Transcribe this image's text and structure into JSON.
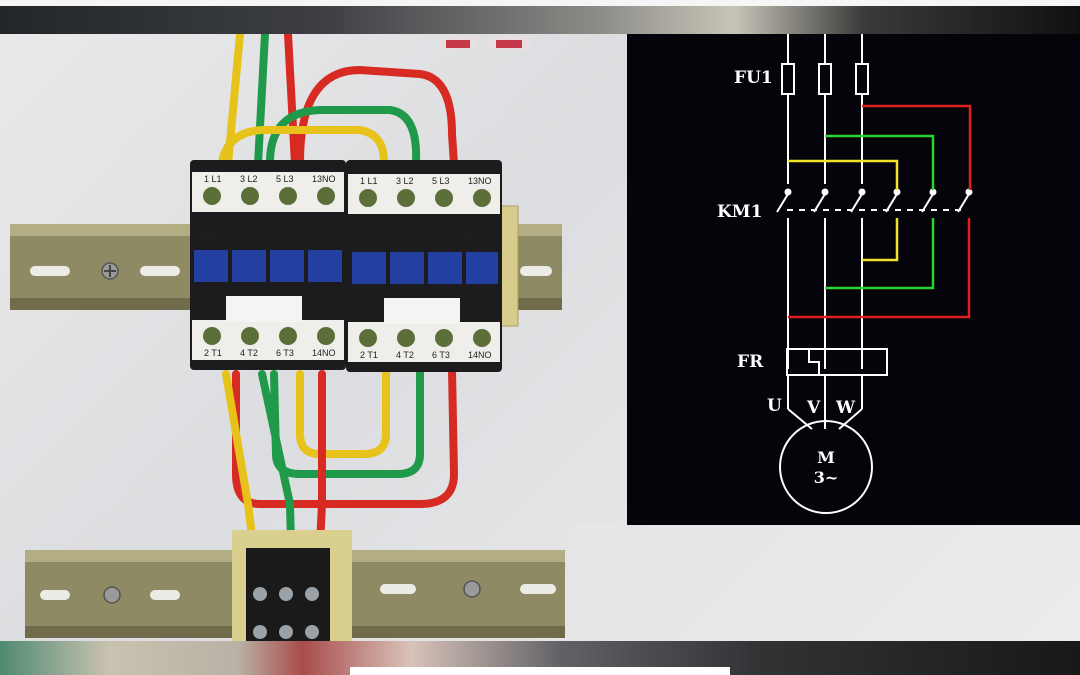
{
  "photo": {
    "contactor_left": {
      "model": "CJX2",
      "rating": "1810",
      "aux": "10",
      "top_terminals": [
        "1 L1",
        "3 L2",
        "5 L3",
        "13NO"
      ],
      "bottom_terminals": [
        "2 T1",
        "4 T2",
        "6 T3",
        "14NO"
      ]
    },
    "contactor_right": {
      "model": "CJX2",
      "rating": "1810",
      "aux": "10",
      "top_terminals": [
        "1 L1",
        "3 L2",
        "5 L3",
        "13NO"
      ],
      "bottom_terminals": [
        "2 T1",
        "4 T2",
        "6 T3",
        "14NO"
      ]
    },
    "wire_colors": {
      "yellow": "#e6c21a",
      "green": "#1f9a4a",
      "red": "#d62a22"
    }
  },
  "schematic": {
    "fuse_label": "FU1",
    "contactor_label": "KM1",
    "relay_label": "FR",
    "phase_labels": [
      "U",
      "V",
      "W"
    ],
    "motor_label": "M",
    "motor_sub": "3~",
    "colors": {
      "line": "#ffffff",
      "yellow": "#f2e12a",
      "green": "#2ed42e",
      "red": "#e02020",
      "background": "#05040b"
    }
  }
}
